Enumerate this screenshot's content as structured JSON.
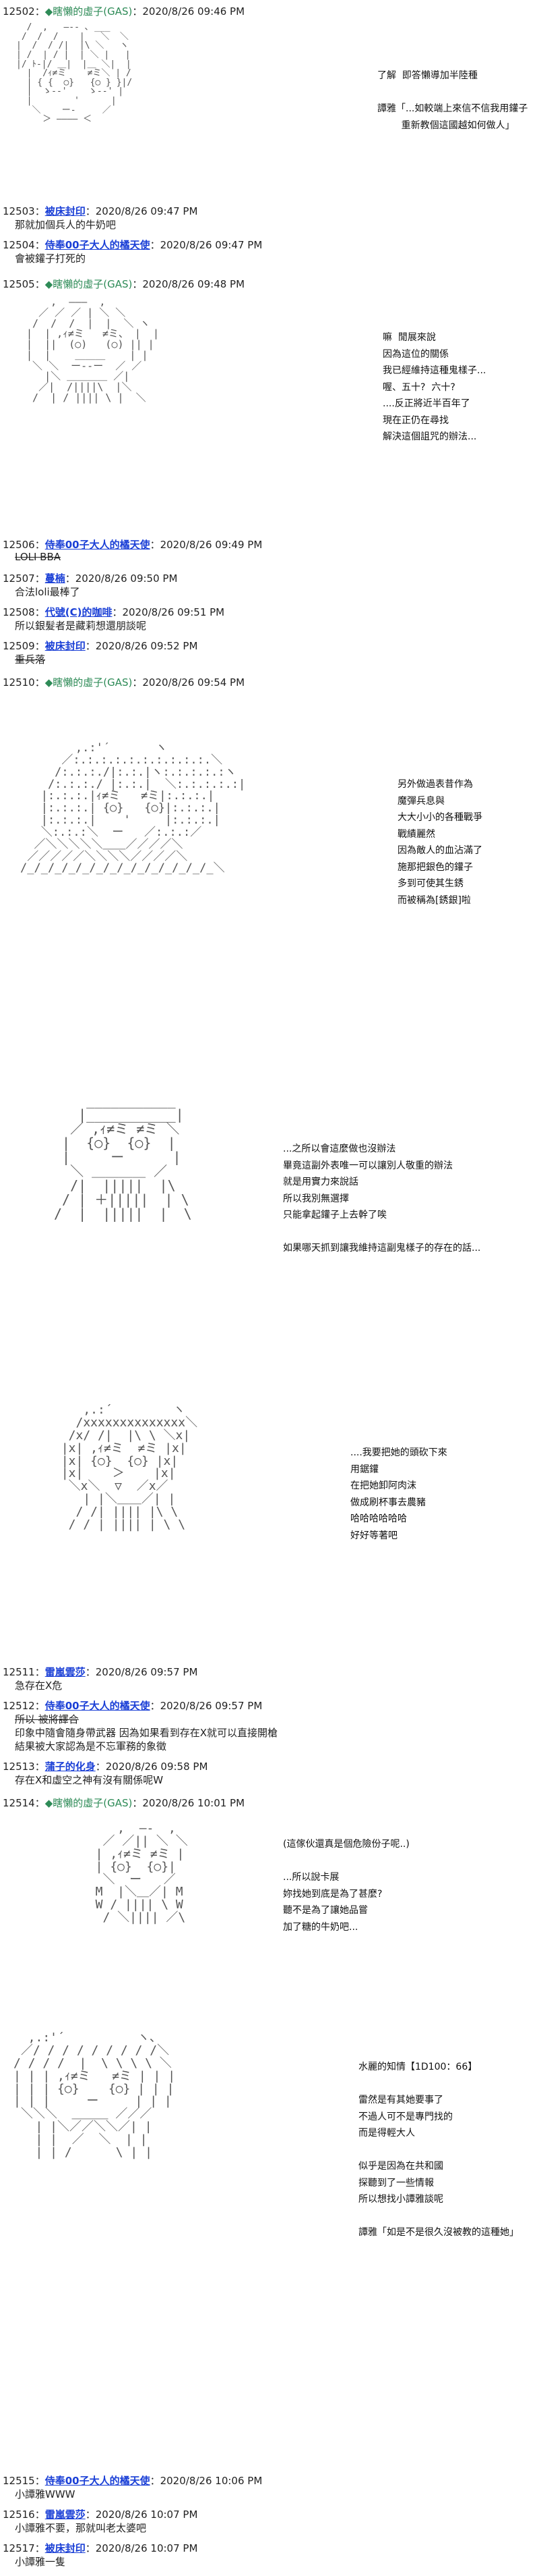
{
  "posts": [
    {
      "num": "12502：",
      "name": "◆瞎懶的虛子(GAS)",
      "date": "：2020/8/26 09:46 PM",
      "op": true
    },
    {
      "num": "12503：",
      "name": "被床封印",
      "date": "：2020/8/26 09:47 PM",
      "body": "那就加個兵人的牛奶吧"
    },
    {
      "num": "12504：",
      "name": "侍奉00子大人的橘天使",
      "date": "：2020/8/26 09:47 PM",
      "body": "會被鑵子打死的"
    },
    {
      "num": "12505：",
      "name": "◆瞎懶的虛子(GAS)",
      "date": "：2020/8/26 09:48 PM",
      "op": true
    },
    {
      "num": "12506：",
      "name": "侍奉00子大人的橘天使",
      "date": "：2020/8/26 09:49 PM",
      "body": "LOLI BBA",
      "strike": true
    },
    {
      "num": "12507：",
      "name": "蔓楠",
      "date": "：2020/8/26 09:50 PM",
      "body": "合法loli最棒了"
    },
    {
      "num": "12508：",
      "name": "代號(C)的咖啡",
      "date": "：2020/8/26 09:51 PM",
      "body": "所以銀髮者是藏莉想還朋談呢"
    },
    {
      "num": "12509：",
      "name": "被床封印",
      "date": "：2020/8/26 09:52 PM",
      "body": "重兵落",
      "strike": true
    },
    {
      "num": "12510：",
      "name": "◆瞎懶的虛子(GAS)",
      "date": "：2020/8/26 09:54 PM",
      "op": true
    },
    {
      "num": "12511：",
      "name": "雷嵐雲莎",
      "date": "：2020/8/26 09:57 PM",
      "body": "急存在X危"
    },
    {
      "num": "12512：",
      "name": "侍奉00子大人的橘天使",
      "date": "：2020/8/26 09:57 PM",
      "body": "所以 被將譯合",
      "strike": true,
      "body2": "印象中隨會隨身帶武器 因為如果看到存在X就可以直接開槍",
      "body3": "結果被大家認為是不忘軍務的象徵"
    },
    {
      "num": "12513：",
      "name": "蒲子的化身",
      "date": "：2020/8/26 09:58 PM",
      "body": "存在X和虛空之神有沒有關係呢W"
    },
    {
      "num": "12514：",
      "name": "◆瞎懶的虛子(GAS)",
      "date": "：2020/8/26 10:01 PM",
      "op": true
    },
    {
      "num": "12515：",
      "name": "侍奉00子大人的橘天使",
      "date": "：2020/8/26 10:06 PM",
      "body": "小譚雅WWW"
    },
    {
      "num": "12516：",
      "name": "雷嵐雲莎",
      "date": "：2020/8/26 10:07 PM",
      "body": "小譚雅不要，那就叫老太婆吧"
    },
    {
      "num": "12517：",
      "name": "被床封印",
      "date": "：2020/8/26 10:07 PM",
      "body": "小譚雅一隻"
    }
  ],
  "dialog": {
    "d1": "了解  即答懶導加半陸種\n\n譚雅「...如較端上來信不信我用鑵子\n        重新教個這國越如何做人」",
    "d2": "嘛  閒展來說\n因為這位的關係\n我已經維持這種鬼樣子...\n喔、五十?  六十?\n....反正將近半百年了\n現在正仍在尋找\n解決這個詛咒的辦法...",
    "d3": "另外做過表昔作為\n魔彈兵息與\n大大小小的各種戰爭\n戰績麗然\n因為敵人的血沾滿了\n施那把銀色的鑵子\n多到可使其生銹\n而被稱為[銹銀]啦",
    "d4": "...之所以會這麼做也沒辦法\n畢竟這副外表唯一可以讓別人敬重的辦法\n就是用實力來說話\n所以我別無選擇\n只能拿起鑵子上去幹了唉\n\n如果哪天抓到讓我維持這副鬼樣子的存在的話...",
    "d5": "....我要把她的頭砍下來\n用鋸鑵\n在把她卸阿肉沫\n做成刷杯事去農豬\n哈哈哈哈哈哈\n好好等著吧",
    "d6": "(這傢伙還真是個危險份子呢..)\n\n...所以說卡展\n妳找她到底是為了甚麼?\n聽不是為了讓她品嘗\n加了糖的牛奶吧...",
    "d7": "水麗的知情【1D100：66】\n\n雷然是有其她要事了\n不過人可不是專門找的\n而是得輕大人\n\n似乎是因為在共和國\n探聽到了一些情報\n所以想找小譚雅談呢\n\n譚雅「如是不是很久沒被教的這種她」"
  },
  "art": {
    "a1": "  /  ,   ―‐- ､ ___\n /  /  /    |   ＼  ＼\n|  /  / /|  |\\ ＼   ヽ\n| /  | / |  | ＼ |   |\n|/ ﾄ-|/ ＿|  |＿ ＼|  |\n  |  /ｨ≠ミ    ≠ミ＼ | /\n  | { {  ○}   {○ } }|/\n  |  ゝ-‐'    ゝ-‐' |\n  |        '      |\n   ＼    ー‐     ／\n     ＞ ―――― ＜",
    "a2": "     ,  ―――  ,\n   ／ ／ ／ | ＼ ＼\n  /  /  /  |  |  ＼ ヽ\n |  | ,ｨ≠ミ   ≠ミ、 |  |\n |  ||  (○)   (○) || |\n |  |    ＿＿＿    | |\n  ＼ ＼  ー‐‐ー  ／ ／\n    |＼ ＿＿＿＿ ／|\n   ／|  /||||\\  |＼\n  /  | / |||| \\ |  ＼",
    "a3": "        ,.:'´￣￣￣｀ヽ\n      ／:.:.:.:.:.:.:.:.:.:.＼\n     /:.:.:./|:.:.|ヽ:.:.:.:.:ヽ\n    /:.:.:./ |:.:.|  ＼:.:.:.:.:|\n   |:.:.:.|ｨ≠ミ   ≠ミ|:.:.:.|\n   |:.:.:.| {○}   {○}|:.:.:.|\n   |:.:.:.|    '     |:.:.:.|\n   ＼:.:.:＼  ー   ／:.:.:／\n  ／＼＼＼＼＼＿＿／／／／＼\n ／／／／／＼＼＼＼／／／／＼\n/_/_/_/_/_/_/_/_/_/_/_/_/_/_＼",
    "a4": "    ___________\n   |___________|\n  ／ ,ｨ≠ミ ≠ミ ＼\n |  {○}  {○}  |\n |     ー      |\n  ＼ ＿＿＿＿ ／\n  /|  |||||  |\\\n / | ＋|||||  | \\\n/  |  |||||  |  \\",
    "a5": "    ,.:´￣￣￣￣｀ヽ\n   /xxxxxxxxxxxxxx＼\n  /x/ /|  |\\ \\ ＼x|\n |x| ,ｨ≠ミ  ≠ミ |x|\n |x| {○}  {○} |x|\n |x|    ＞    |x|\n  ＼x＼  ▽  ／x／\n    | |＼＿＿／| |\n   / /| |||| |\\ \\\n  / / | |||| | \\ \\",
    "a6": "     ,  ―-  ,\n   ／ ／|| ＼ ＼\n  | ,ｨ≠ミ ≠ミ |\n  | {○}  {○}|\n   ＼  ー   ／\n  M  |＼＿／| M\n  W / |||| \\ W\n   / ＼|||| ／\\",
    "a7": "  ,.:'´￣￣￣￣￣｀ヽ、\n ／/ / / / / / / / /＼\n/ / / /  |  \\ \\ \\ \\ ＼\n| | | ,ｨ≠ミ   ≠ミ | | |\n| | | {○}    {○} | | |\n| | |     ー     | | |\n ＼＼＼  ＿＿＿ ／／／\n   | |＼／／＼＼／| |\n   | |  ／  ＼  | |\n   | | /      \\ | |"
  }
}
